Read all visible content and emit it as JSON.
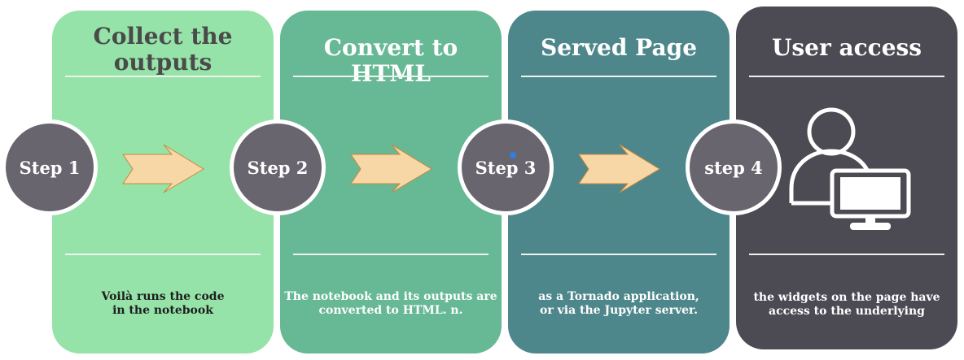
{
  "steps": [
    {
      "card_title": "Collect the outputs",
      "badge": "Step 1",
      "description_line1": "Voilà runs the code",
      "description_line2": "in the notebook"
    },
    {
      "card_title": "Convert to HTML",
      "badge": "Step 2",
      "description_line1": "The notebook and its outputs are",
      "description_line2": "converted to HTML. n."
    },
    {
      "card_title": "Served Page",
      "badge": "Step 3",
      "description_line1": "as a Tornado application,",
      "description_line2": "or via the Jupyter server."
    },
    {
      "card_title": "User access",
      "badge": "step 4",
      "description_line1": "the widgets on the page have",
      "description_line2": "access to the underlying"
    }
  ],
  "icons": {
    "arrow": "right-arrow-icon",
    "user": "user-at-computer-icon"
  },
  "colors": {
    "card_1": "#95e3a8",
    "card_2": "#67b895",
    "card_3": "#4e878b",
    "card_4": "#4c4a53",
    "step_circle": "#69656f",
    "arrow_fill": "#f8d7a6",
    "arrow_stroke": "#c9883a"
  }
}
